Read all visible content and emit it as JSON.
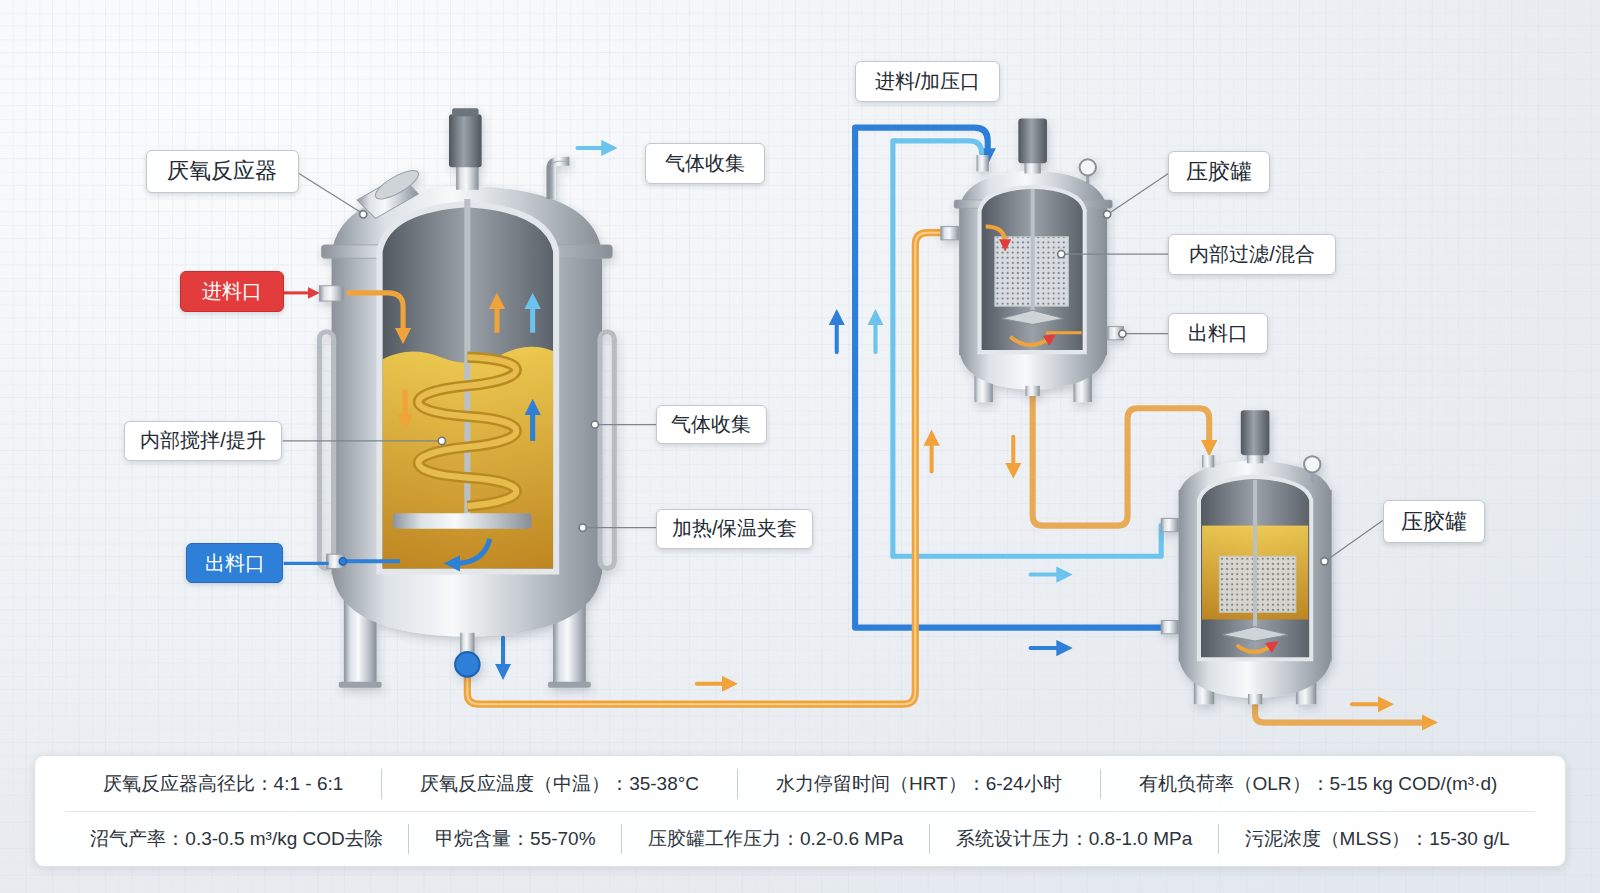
{
  "diagram": {
    "nodes": [
      {
        "text": [
          "厌氧反应器"
        ]
      },
      {
        "text": [
          "进料口"
        ]
      },
      {
        "text": [
          "内部搅拌/提升"
        ]
      },
      {
        "text": [
          "出料口"
        ]
      },
      {
        "text": [
          "气体收集"
        ]
      },
      {
        "text": [
          "气体收集"
        ]
      },
      {
        "text": [
          "加热/保温夹套"
        ]
      },
      {
        "text": [
          "进料/加压口"
        ]
      },
      {
        "text": [
          "压胶罐"
        ]
      },
      {
        "text": [
          "内部过滤/混合"
        ]
      },
      {
        "text": [
          "出料口"
        ]
      },
      {
        "text": [
          "压胶罐"
        ]
      },
      {
        "text": [
          "厌氧反应器高径比：4:1 - 6:1",
          "厌氧反应温度（中温）：35-38°C",
          "水力停留时间（HRT）：6-24小时",
          "有机负荷率（OLR）：5-15 kg COD/(m³·d)",
          "沼气产率：0.3-0.5 m³/kg COD去除",
          "甲烷含量：55-70%",
          "压胶罐工作压力：0.2-0.6 MPa",
          "系统设计压力：0.8-1.0 MPa",
          "污泥浓度（MLSS）：15-30 g/L"
        ]
      }
    ]
  }
}
